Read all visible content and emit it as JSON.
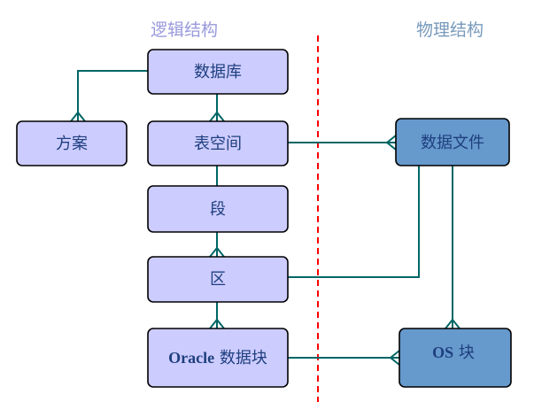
{
  "headers": {
    "logical": "逻辑结构",
    "physical": "物理结构"
  },
  "nodes": {
    "database": "数据库",
    "schema": "方案",
    "tablespace": "表空间",
    "segment": "段",
    "extent": "区",
    "oracle_block_prefix": "Oracle",
    "oracle_block_suffix": " 数据块",
    "datafile": "数据文件",
    "os_block_prefix": "OS",
    "os_block_suffix": " 块"
  },
  "colors": {
    "logical_box_fill": "#ccccff",
    "physical_box_fill": "#6699cc",
    "box_stroke": "#000000",
    "connector": "#006666",
    "divider": "#ff0000",
    "logical_header": "#9999dd",
    "physical_header": "#7799bb",
    "label": "#1f3f7f"
  }
}
